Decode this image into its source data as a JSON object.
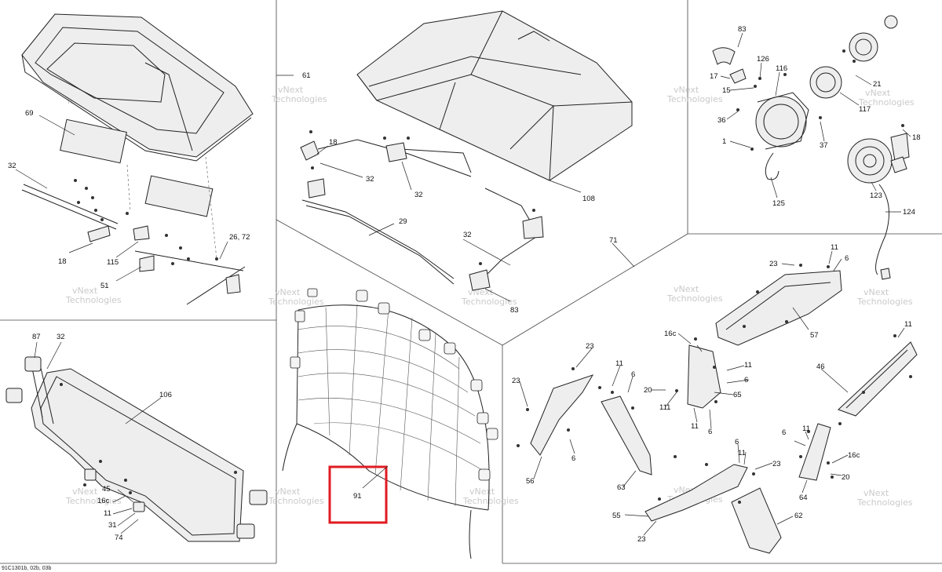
{
  "diagram": {
    "footer_code": "91C1301b, 02b, 03b",
    "highlight_color": "#e11b22",
    "highlighted_label": "91",
    "watermark_text": [
      "vNext",
      "Technologies"
    ]
  },
  "labels": {
    "l69": "69",
    "l32a": "32",
    "l18a": "18",
    "l115": "115",
    "l51": "51",
    "l2672": "26, 72",
    "l61": "61",
    "l18b": "18",
    "l32b": "32",
    "l32c": "32",
    "l108": "108",
    "l29": "29",
    "l32d": "32",
    "l83a": "83",
    "l83b": "83",
    "l17": "17",
    "l126": "126",
    "l116": "116",
    "l15": "15",
    "l21": "21",
    "l36": "36",
    "l117": "117",
    "l1": "1",
    "l37": "37",
    "l18c": "18",
    "l125": "125",
    "l123": "123",
    "l124": "124",
    "l87": "87",
    "l32e": "32",
    "l106": "106",
    "l45": "45",
    "l16ca": "16c",
    "l11a": "11",
    "l31": "31",
    "l74": "74",
    "l91": "91",
    "l71": "71",
    "l23a": "23",
    "l11b": "11",
    "l6a": "6",
    "l57": "57",
    "l16cb": "16c",
    "l11c": "11",
    "l6b": "6",
    "l23b": "23",
    "l11d": "11",
    "l6c": "6",
    "l20a": "20",
    "l111": "111",
    "l65": "65",
    "l11e": "11",
    "l6d": "6",
    "l23c": "23",
    "l56": "56",
    "l6e": "6",
    "l63": "63",
    "l46": "46",
    "l11f": "11",
    "l11g": "11",
    "l6f": "6",
    "l16cc": "16c",
    "l20b": "20",
    "l64": "64",
    "l6g": "6",
    "l11h": "11",
    "l23d": "23",
    "l55": "55",
    "l23e": "23",
    "l62": "62"
  }
}
